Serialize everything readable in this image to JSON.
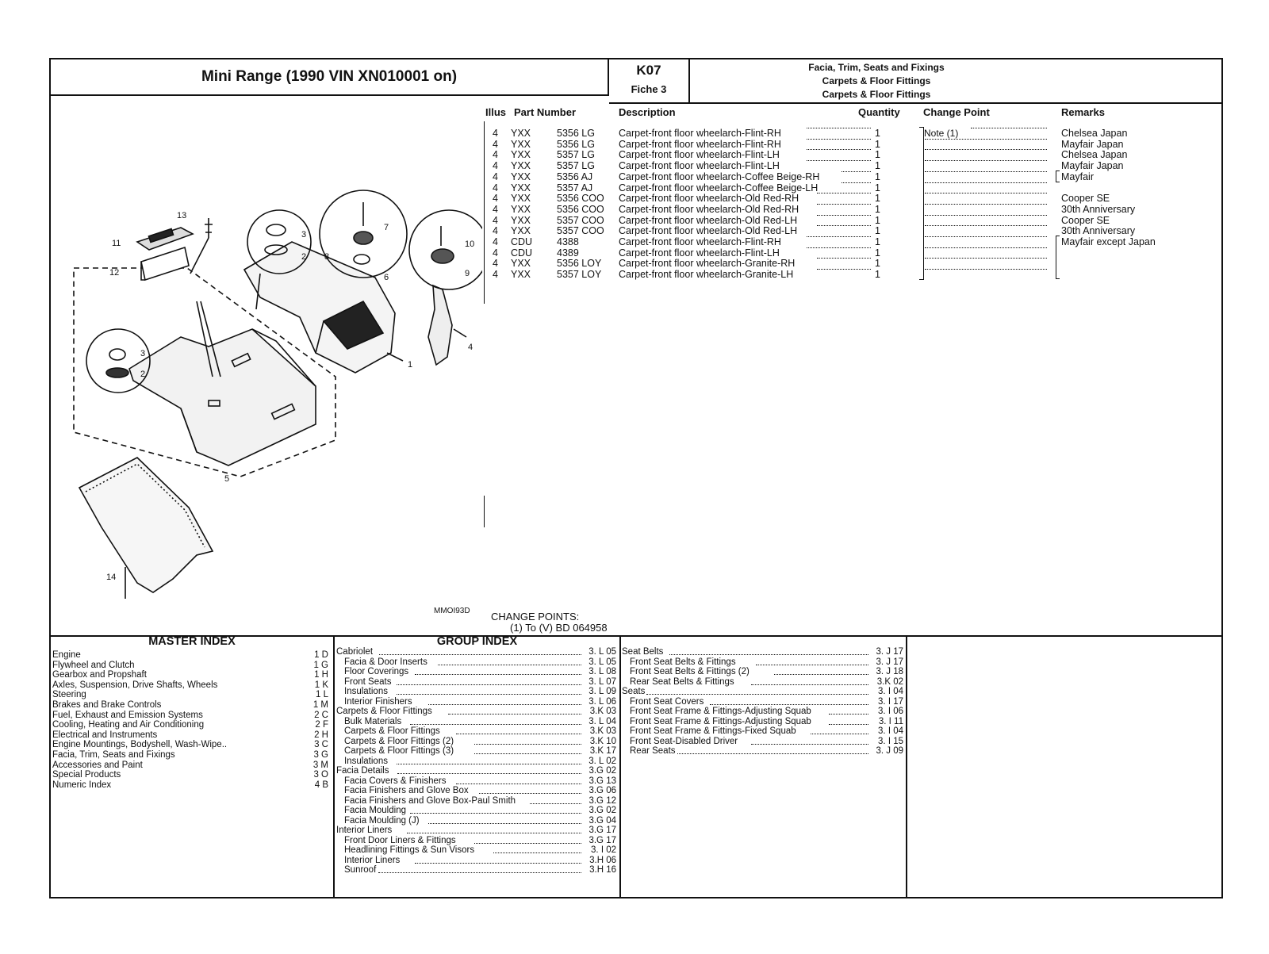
{
  "header": {
    "title": "Mini Range (1990 VIN XN010001 on)",
    "code": "K07",
    "fiche": "Fiche 3",
    "section_lines": [
      "Facia, Trim, Seats and Fixings",
      "Carpets & Floor Fittings",
      "Carpets & Floor Fittings"
    ]
  },
  "columns": {
    "illus": "Illus",
    "part_number": "Part Number",
    "description": "Description",
    "quantity": "Quantity",
    "change_point": "Change Point",
    "remarks": "Remarks"
  },
  "parts": [
    {
      "illus": "4",
      "prefix": "YXX",
      "number": "5356 LG",
      "desc": "Carpet-front floor wheelarch-Flint-RH",
      "qty": "1",
      "cp": "Note (1)",
      "remark": "Chelsea Japan"
    },
    {
      "illus": "4",
      "prefix": "YXX",
      "number": "5356 LG",
      "desc": "Carpet-front floor wheelarch-Flint-RH",
      "qty": "1",
      "cp": "",
      "remark": "Mayfair Japan"
    },
    {
      "illus": "4",
      "prefix": "YXX",
      "number": "5357 LG",
      "desc": "Carpet-front floor wheelarch-Flint-LH",
      "qty": "1",
      "cp": "",
      "remark": "Chelsea Japan"
    },
    {
      "illus": "4",
      "prefix": "YXX",
      "number": "5357 LG",
      "desc": "Carpet-front floor wheelarch-Flint-LH",
      "qty": "1",
      "cp": "",
      "remark": "Mayfair Japan"
    },
    {
      "illus": "4",
      "prefix": "YXX",
      "number": "5356 AJ",
      "desc": "Carpet-front floor wheelarch-Coffee Beige-RH",
      "qty": "1",
      "cp": "",
      "remark": "Mayfair"
    },
    {
      "illus": "4",
      "prefix": "YXX",
      "number": "5357 AJ",
      "desc": "Carpet-front floor wheelarch-Coffee Beige-LH",
      "qty": "1",
      "cp": "",
      "remark": ""
    },
    {
      "illus": "4",
      "prefix": "YXX",
      "number": "5356 COO",
      "desc": "Carpet-front floor wheelarch-Old Red-RH",
      "qty": "1",
      "cp": "",
      "remark": "Cooper SE"
    },
    {
      "illus": "4",
      "prefix": "YXX",
      "number": "5356 COO",
      "desc": "Carpet-front floor wheelarch-Old Red-RH",
      "qty": "1",
      "cp": "",
      "remark": "30th Anniversary"
    },
    {
      "illus": "4",
      "prefix": "YXX",
      "number": "5357 COO",
      "desc": "Carpet-front floor wheelarch-Old Red-LH",
      "qty": "1",
      "cp": "",
      "remark": "Cooper SE"
    },
    {
      "illus": "4",
      "prefix": "YXX",
      "number": "5357 COO",
      "desc": "Carpet-front floor wheelarch-Old Red-LH",
      "qty": "1",
      "cp": "",
      "remark": "30th Anniversary"
    },
    {
      "illus": "4",
      "prefix": "CDU",
      "number": "4388",
      "desc": "Carpet-front floor wheelarch-Flint-RH",
      "qty": "1",
      "cp": "",
      "remark": "Mayfair except Japan"
    },
    {
      "illus": "4",
      "prefix": "CDU",
      "number": "4389",
      "desc": "Carpet-front floor wheelarch-Flint-LH",
      "qty": "1",
      "cp": "",
      "remark": ""
    },
    {
      "illus": "4",
      "prefix": "YXX",
      "number": "5356 LOY",
      "desc": "Carpet-front floor wheelarch-Granite-RH",
      "qty": "1",
      "cp": "",
      "remark": ""
    },
    {
      "illus": "4",
      "prefix": "YXX",
      "number": "5357 LOY",
      "desc": "Carpet-front floor wheelarch-Granite-LH",
      "qty": "1",
      "cp": "",
      "remark": ""
    }
  ],
  "diagram": {
    "code": "MMOI93D",
    "callouts": [
      "13",
      "11",
      "12",
      "3",
      "2",
      "7",
      "8",
      "6",
      "10",
      "9",
      "3",
      "2",
      "1",
      "4",
      "5",
      "14"
    ]
  },
  "change_points": {
    "heading": "CHANGE POINTS:",
    "note": "(1) To (V) BD 064958"
  },
  "master_index": {
    "title": "MASTER INDEX",
    "items": [
      {
        "t": "Engine",
        "r": "1 D"
      },
      {
        "t": "Flywheel and Clutch",
        "r": "1 G"
      },
      {
        "t": "Gearbox and Propshaft",
        "r": "1 H"
      },
      {
        "t": "Axles, Suspension, Drive Shafts, Wheels",
        "r": "1 K"
      },
      {
        "t": "Steering",
        "r": "1 L"
      },
      {
        "t": "Brakes and Brake Controls",
        "r": "1 M"
      },
      {
        "t": "Fuel, Exhaust and Emission Systems",
        "r": "2 C"
      },
      {
        "t": "Cooling, Heating and Air Conditioning",
        "r": "2 F"
      },
      {
        "t": "Electrical and Instruments",
        "r": "2 H"
      },
      {
        "t": "Engine Mountings, Bodyshell, Wash-Wipe..",
        "r": "3 C"
      },
      {
        "t": "Facia, Trim, Seats and Fixings",
        "r": "3 G"
      },
      {
        "t": "Accessories and Paint",
        "r": "3 M"
      },
      {
        "t": "Special Products",
        "r": "3 O"
      },
      {
        "t": "Numeric Index",
        "r": "4 B"
      }
    ]
  },
  "group_index": {
    "title": "GROUP INDEX",
    "col1": [
      {
        "t": "Cabriolet",
        "r": "3. L 05",
        "sub": false
      },
      {
        "t": "Facia & Door Inserts",
        "r": "3. L 05",
        "sub": true
      },
      {
        "t": "Floor Coverings",
        "r": "3. L 08",
        "sub": true
      },
      {
        "t": "Front Seats",
        "r": "3. L 07",
        "sub": true
      },
      {
        "t": "Insulations",
        "r": "3. L 09",
        "sub": true
      },
      {
        "t": "Interior Finishers",
        "r": "3. L 06",
        "sub": true
      },
      {
        "t": "Carpets & Floor Fittings",
        "r": "3.K 03",
        "sub": false
      },
      {
        "t": "Bulk Materials",
        "r": "3. L 04",
        "sub": true
      },
      {
        "t": "Carpets & Floor Fittings",
        "r": "3.K 03",
        "sub": true
      },
      {
        "t": "Carpets & Floor Fittings (2)",
        "r": "3.K 10",
        "sub": true
      },
      {
        "t": "Carpets & Floor Fittings (3)",
        "r": "3.K 17",
        "sub": true
      },
      {
        "t": "Insulations",
        "r": "3. L 02",
        "sub": true
      },
      {
        "t": "Facia Details",
        "r": "3.G 02",
        "sub": false
      },
      {
        "t": "Facia Covers & Finishers",
        "r": "3.G 13",
        "sub": true
      },
      {
        "t": "Facia Finishers and Glove Box",
        "r": "3.G 06",
        "sub": true
      },
      {
        "t": "Facia Finishers and Glove Box-Paul Smith",
        "r": "3.G 12",
        "sub": true
      },
      {
        "t": "Facia Moulding",
        "r": "3.G 02",
        "sub": true
      },
      {
        "t": "Facia Moulding (J)",
        "r": "3.G 04",
        "sub": true
      },
      {
        "t": "Interior Liners",
        "r": "3.G 17",
        "sub": false
      },
      {
        "t": "Front Door Liners & Fittings",
        "r": "3.G 17",
        "sub": true
      },
      {
        "t": "Headlining Fittings & Sun Visors",
        "r": "3. I 02",
        "sub": true
      },
      {
        "t": "Interior Liners",
        "r": "3.H 06",
        "sub": true
      },
      {
        "t": "Sunroof",
        "r": "3.H 16",
        "sub": true
      }
    ],
    "col2": [
      {
        "t": "Seat Belts",
        "r": "3. J 17",
        "sub": false
      },
      {
        "t": "Front Seat Belts & Fittings",
        "r": "3. J 17",
        "sub": true
      },
      {
        "t": "Front Seat Belts & Fittings (2)",
        "r": "3. J 18",
        "sub": true
      },
      {
        "t": "Rear Seat Belts & Fittings",
        "r": "3.K 02",
        "sub": true
      },
      {
        "t": "Seats",
        "r": "3. I 04",
        "sub": false
      },
      {
        "t": "Front Seat Covers",
        "r": "3. I 17",
        "sub": true
      },
      {
        "t": "Front Seat Frame & Fittings-Adjusting Squab",
        "r": "3. I 06",
        "sub": true
      },
      {
        "t": "Front Seat Frame & Fittings-Adjusting Squab",
        "r": "3. I 11",
        "sub": true
      },
      {
        "t": "Front Seat Frame & Fittings-Fixed Squab",
        "r": "3. I 04",
        "sub": true
      },
      {
        "t": "Front Seat-Disabled Driver",
        "r": "3. I 15",
        "sub": true
      },
      {
        "t": "Rear Seats",
        "r": "3. J 09",
        "sub": true
      }
    ]
  }
}
